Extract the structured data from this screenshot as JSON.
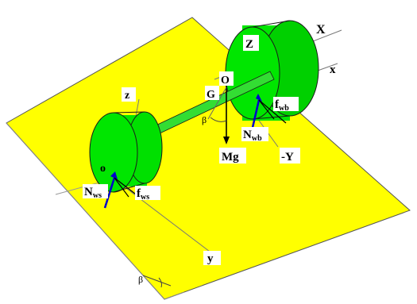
{
  "colors": {
    "plane": "#ffff00",
    "plane_stroke": "#555555",
    "wheel": "#00e600",
    "wheel_dark": "#00b800",
    "axle": "#33dd33",
    "vector_blue": "#0000cc",
    "background": "#ffffff",
    "label_box": "#ffffff"
  },
  "labels": {
    "X": "X",
    "x": "x",
    "Z": "Z",
    "O": "O",
    "G": "G",
    "z": "z",
    "o": "o",
    "Mg": "Mg",
    "negY": "-Y",
    "y": "y",
    "beta_incline": "β",
    "beta_weight": "β",
    "f_wb_main": "f",
    "f_wb_sub": "wb",
    "N_wb_main": "N",
    "N_wb_sub": "wb",
    "N_ws_main": "N",
    "N_ws_sub": "ws",
    "f_ws_main": "f",
    "f_ws_sub": "ws"
  }
}
